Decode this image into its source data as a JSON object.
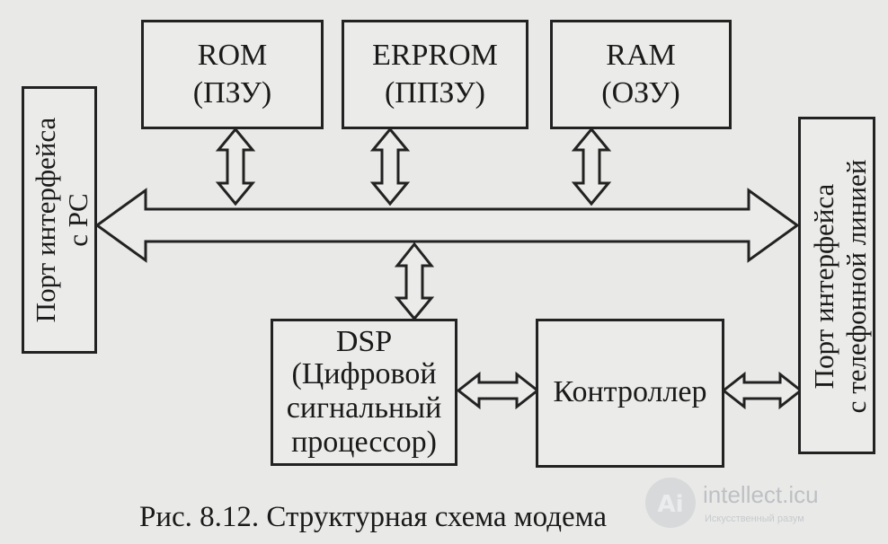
{
  "blocks": {
    "rom": {
      "line1": "ROM",
      "line2": "(ПЗУ)"
    },
    "erprom": {
      "line1": "ERPROM",
      "line2": "(ППЗУ)"
    },
    "ram": {
      "line1": "RAM",
      "line2": "(ОЗУ)"
    },
    "dsp": {
      "line1": "DSP",
      "line2": "(Цифровой",
      "line3": "сигнальный",
      "line4": "процессор)"
    },
    "controller": {
      "label": "Контроллер"
    },
    "pc_port": {
      "line1": "Порт интерфейса",
      "line2": "с PC"
    },
    "line_port": {
      "line1": "Порт интерфейса",
      "line2": "с телефонной линией"
    }
  },
  "caption": "Рис. 8.12. Структурная схема модема",
  "watermark": {
    "name": "intellect.icu",
    "sub": "Искусственный разум"
  }
}
